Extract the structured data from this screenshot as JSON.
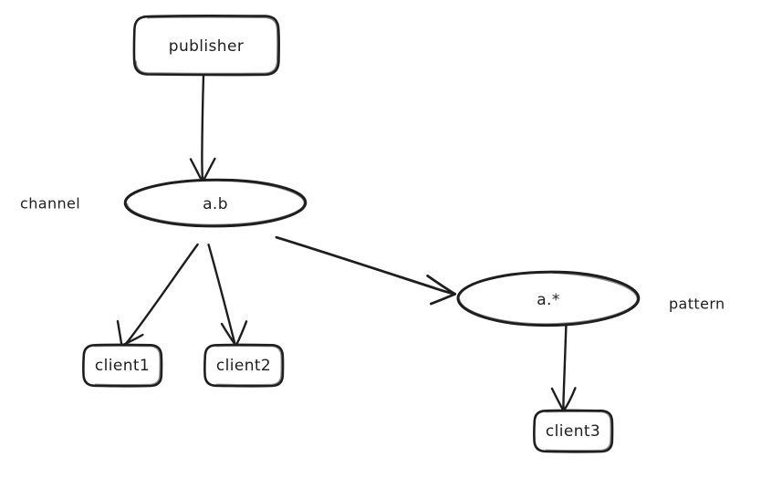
{
  "diagram": {
    "title": "pub-sub channel pattern diagram",
    "background_color": "#ffffff",
    "stroke_color": "#1e1e1e",
    "style": "hand-drawn",
    "nodes": {
      "publisher": {
        "label": "publisher",
        "shape": "rounded-rectangle"
      },
      "channel_ab": {
        "label": "a.b",
        "shape": "ellipse"
      },
      "pattern_astar": {
        "label": "a.*",
        "shape": "ellipse"
      },
      "client1": {
        "label": "client1",
        "shape": "rounded-rectangle"
      },
      "client2": {
        "label": "client2",
        "shape": "rounded-rectangle"
      },
      "client3": {
        "label": "client3",
        "shape": "rounded-rectangle"
      }
    },
    "annotations": {
      "channel": "channel",
      "pattern": "pattern"
    },
    "edges": [
      {
        "from": "publisher",
        "to": "a.b",
        "style": "arrow"
      },
      {
        "from": "a.b",
        "to": "client1",
        "style": "arrow"
      },
      {
        "from": "a.b",
        "to": "client2",
        "style": "arrow"
      },
      {
        "from": "a.b",
        "to": "a.*",
        "style": "arrow"
      },
      {
        "from": "a.*",
        "to": "client3",
        "style": "arrow"
      }
    ]
  }
}
